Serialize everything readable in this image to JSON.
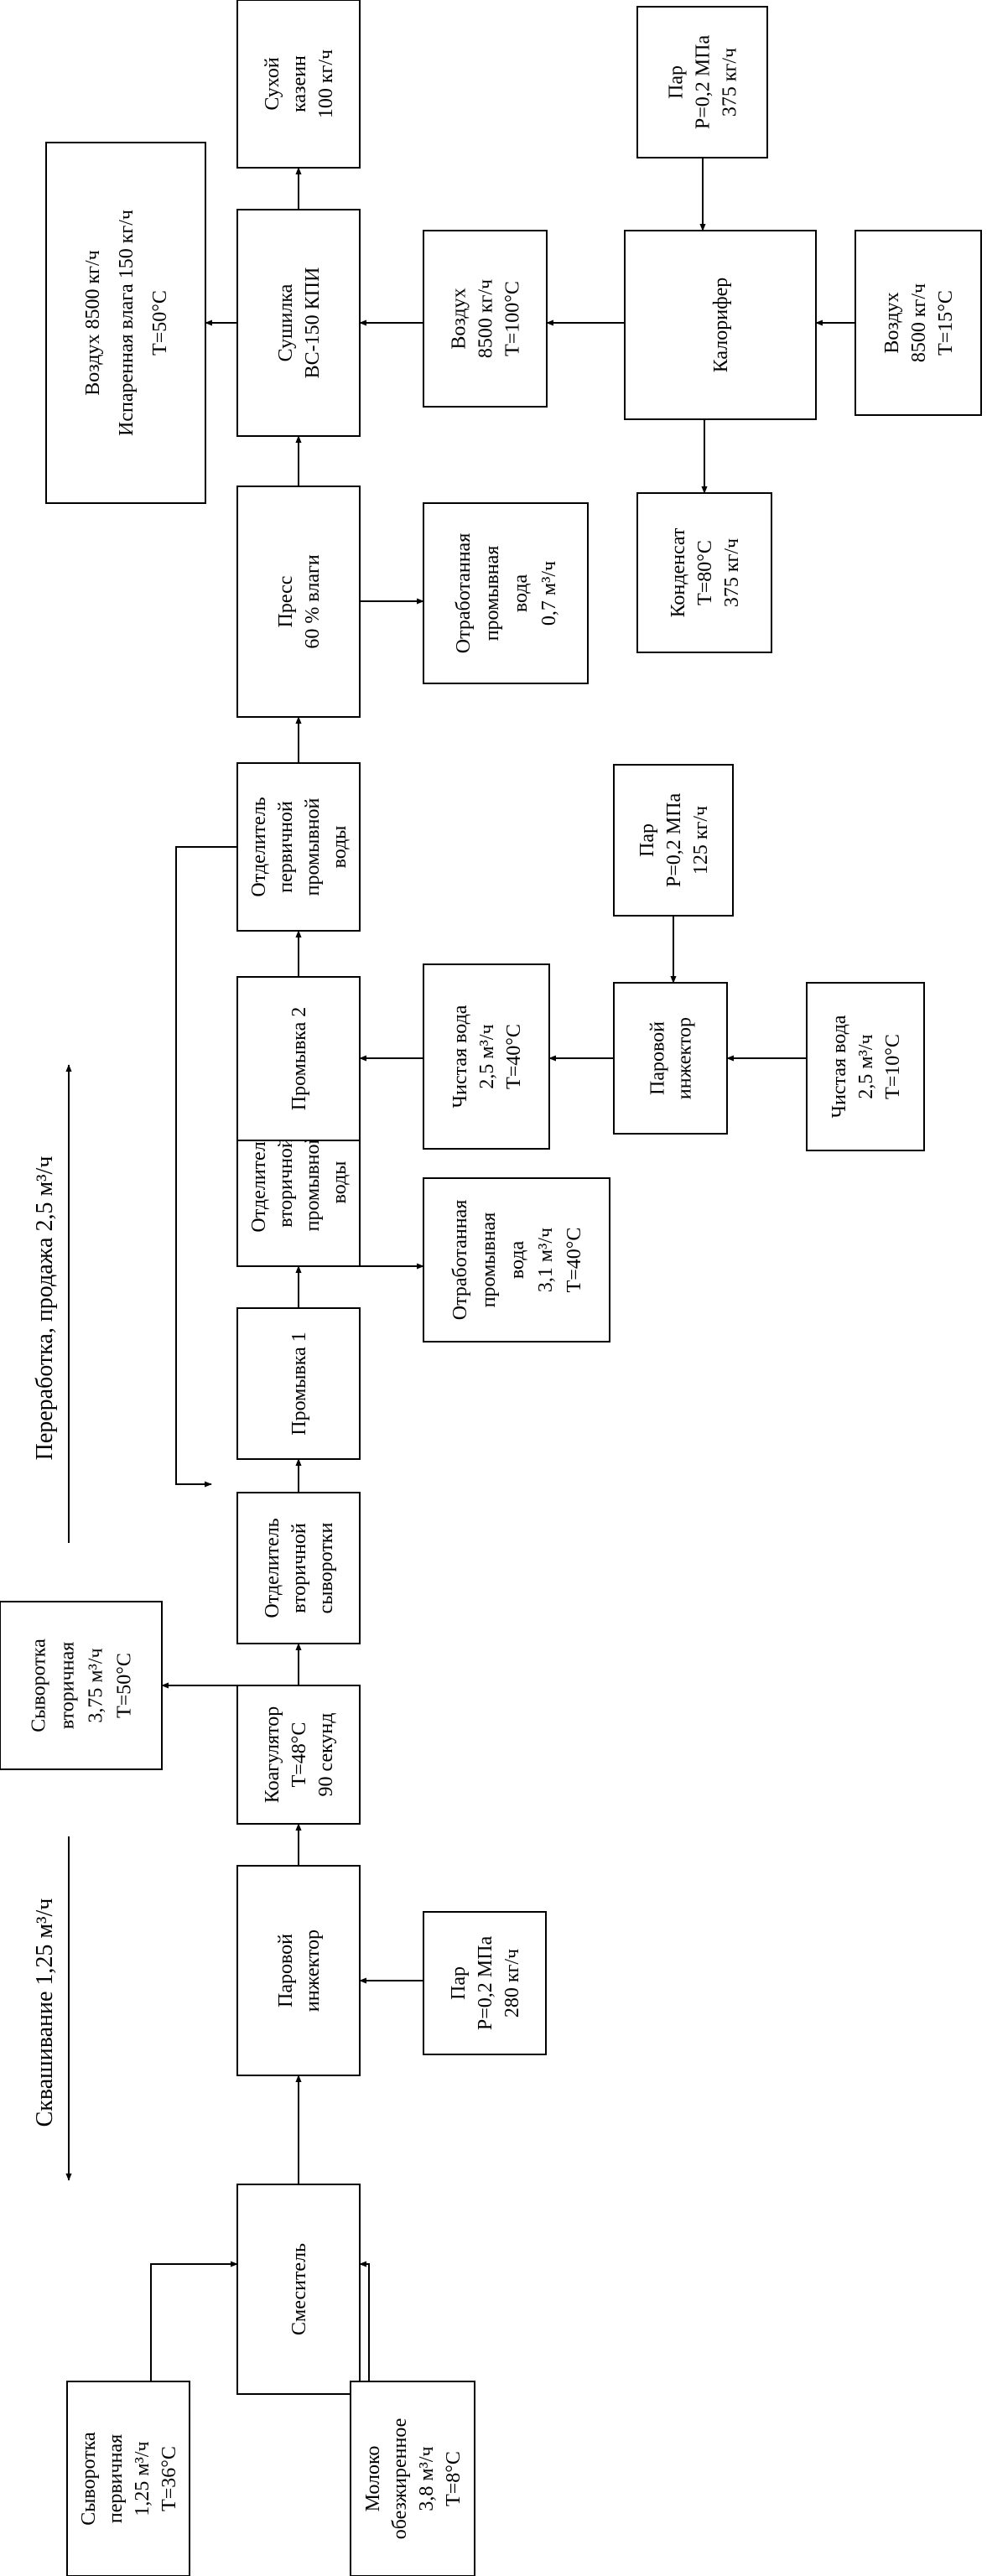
{
  "nodes": {
    "mixer": [
      "Смеситель"
    ],
    "steam_injector_1": [
      "Паровой",
      "инжектор"
    ],
    "coagulator": [
      "Коагулятор",
      "Т=48°С",
      "90 секунд"
    ],
    "whey_separator": [
      "Отделитель",
      "вторичной",
      "сыворотки"
    ],
    "wash_1": [
      "Промывка 1"
    ],
    "secondary_water_separator": [
      "Отделитель",
      "вторичной",
      "промывной",
      "воды"
    ],
    "wash_2": [
      "Промывка 2"
    ],
    "primary_water_separator": [
      "Отделитель",
      "первичной",
      "промывной",
      "воды"
    ],
    "press": [
      "Пресс",
      "60 % влаги"
    ],
    "dryer": [
      "Сушилка",
      "ВС-150 КПИ"
    ],
    "dry_casein": [
      "Сухой",
      "казеин",
      "100 кг/ч"
    ],
    "primary_whey": [
      "Сыворотка",
      "первичная",
      "1,25 м³/ч",
      "Т=36°С"
    ],
    "skim_milk": [
      "Молоко",
      "обезжиренное",
      "3,8 м³/ч",
      "Т=8°С"
    ],
    "steam_1": [
      "Пар",
      "Р=0,2 МПа",
      "280 кг/ч"
    ],
    "secondary_whey": [
      "Сыворотка",
      "вторичная",
      "3,75 м³/ч",
      "Т=50°С"
    ],
    "spent_water_1": [
      "Отработанная",
      "промывная",
      "вода",
      "3,1 м³/ч",
      "Т=40°С"
    ],
    "clean_water_hot": [
      "Чистая вода",
      "2,5 м³/ч",
      "Т=40°С"
    ],
    "steam_injector_2": [
      "Паровой",
      "инжектор"
    ],
    "clean_water_cold": [
      "Чистая вода",
      "2,5 м³/ч",
      "Т=10°С"
    ],
    "steam_2": [
      "Пар",
      "Р=0,2 МПа",
      "125 кг/ч"
    ],
    "spent_water_2": [
      "Отработанная",
      "промывная",
      "вода",
      "0,7 м³/ч"
    ],
    "air_hot": [
      "Воздух",
      "8500 кг/ч",
      "Т=100°С"
    ],
    "heater": [
      "Калорифер"
    ],
    "air_cold": [
      "Воздух",
      "8500 кг/ч",
      "Т=15°С"
    ],
    "condensate": [
      "Конденсат",
      "Т=80°С",
      "375 кг/ч"
    ],
    "steam_3": [
      "Пар",
      "Р=0,2 МПа",
      "375 кг/ч"
    ],
    "exhaust_air": [
      "Воздух    8500 кг/ч",
      "Испаренная влага  150 кг/ч",
      "Т=50°С"
    ]
  },
  "flows": {
    "acidification": "Сквашивание 1,25 м³/ч",
    "processing_sale": "Переработка, продажа 2,5  м³/ч"
  }
}
